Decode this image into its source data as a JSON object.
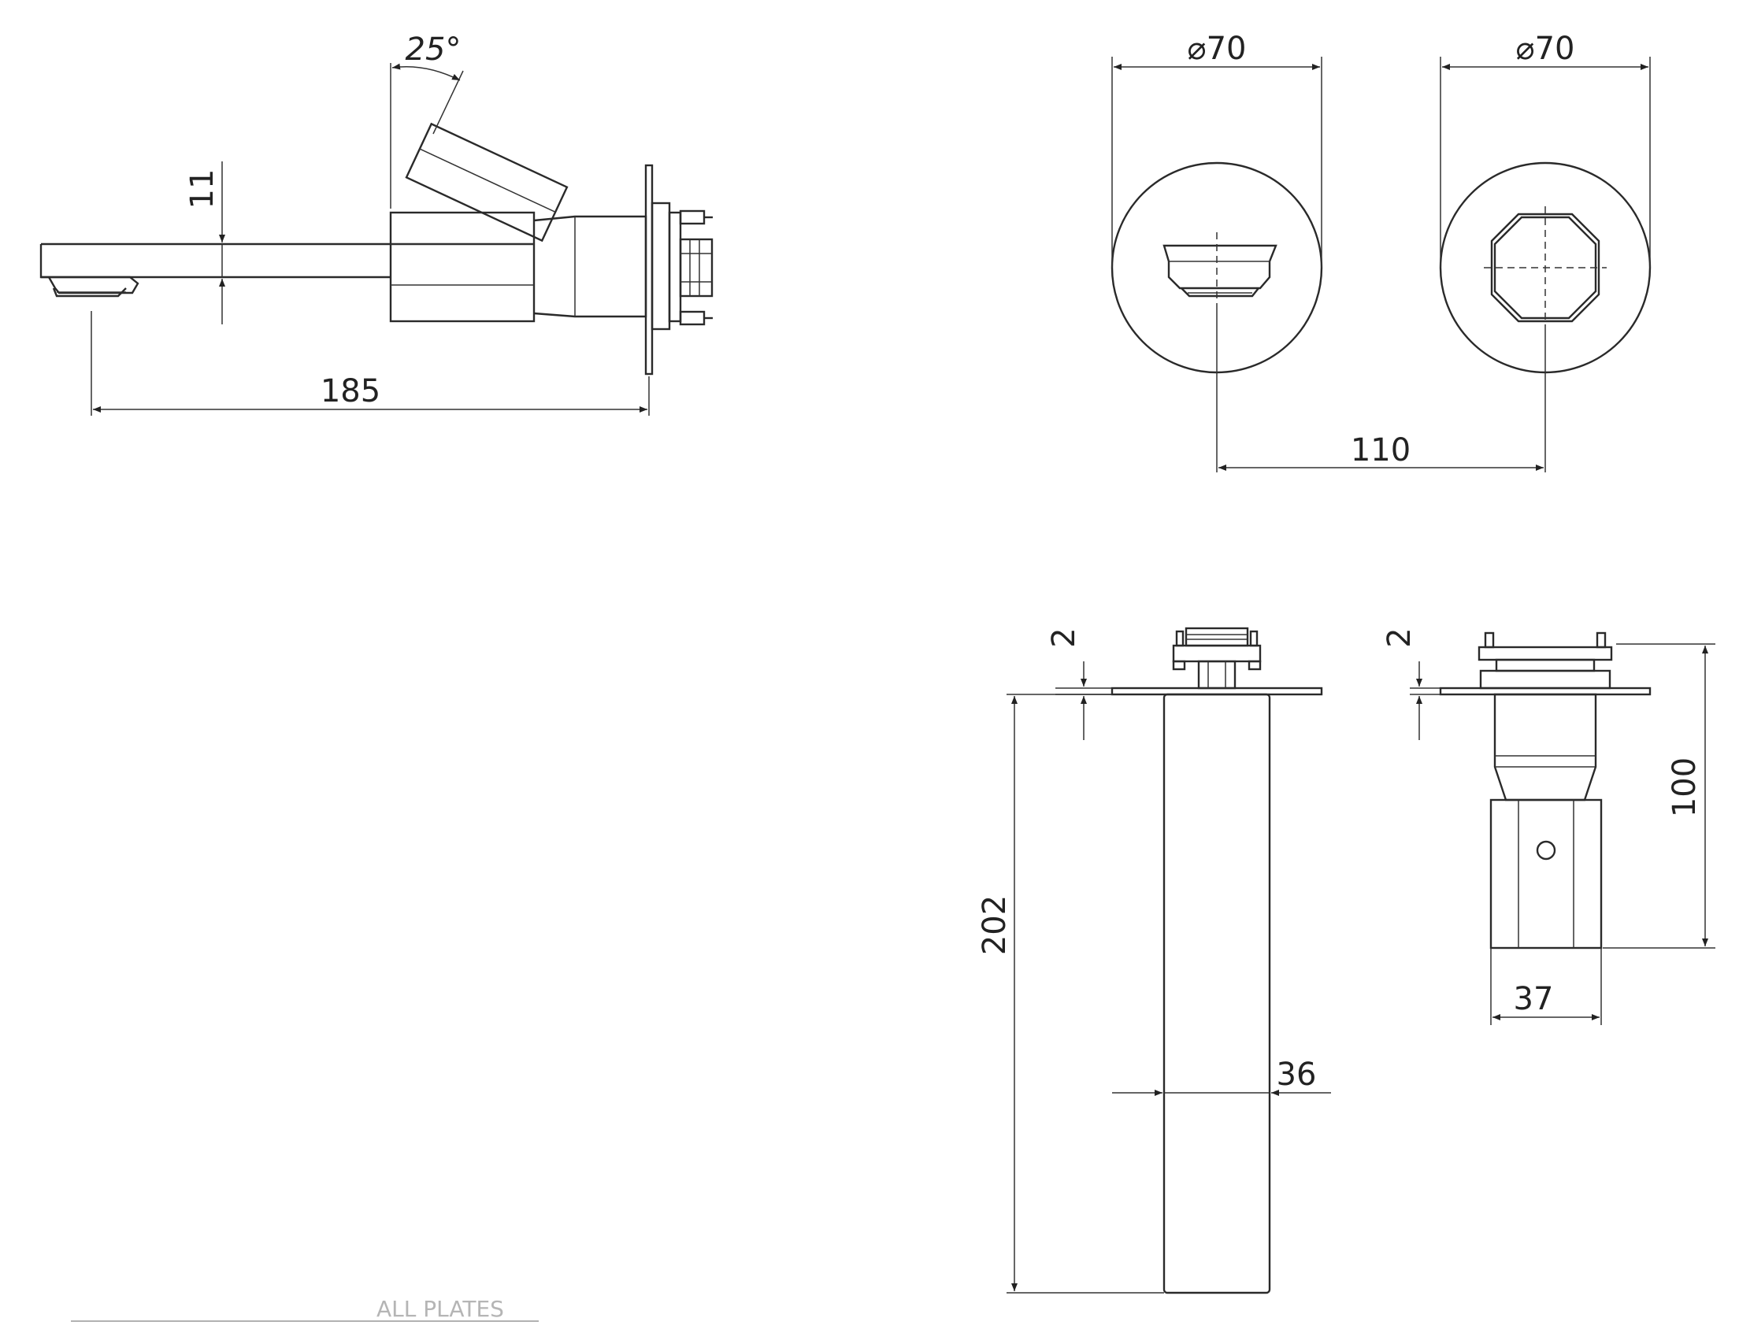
{
  "dimensions": {
    "spout_length": "185",
    "spout_height": "11",
    "lever_angle": "25°",
    "plate_diameter_left": "⌀70",
    "plate_diameter_right": "⌀70",
    "centres": "110",
    "plate_thickness_left": "2",
    "plate_thickness_right": "2",
    "body_length": "202",
    "body_width": "36",
    "mixer_depth": "100",
    "mixer_width": "37"
  },
  "note_text": "ALL PLATES",
  "colors": {
    "line": "#2a2a2a",
    "background": "#ffffff"
  }
}
